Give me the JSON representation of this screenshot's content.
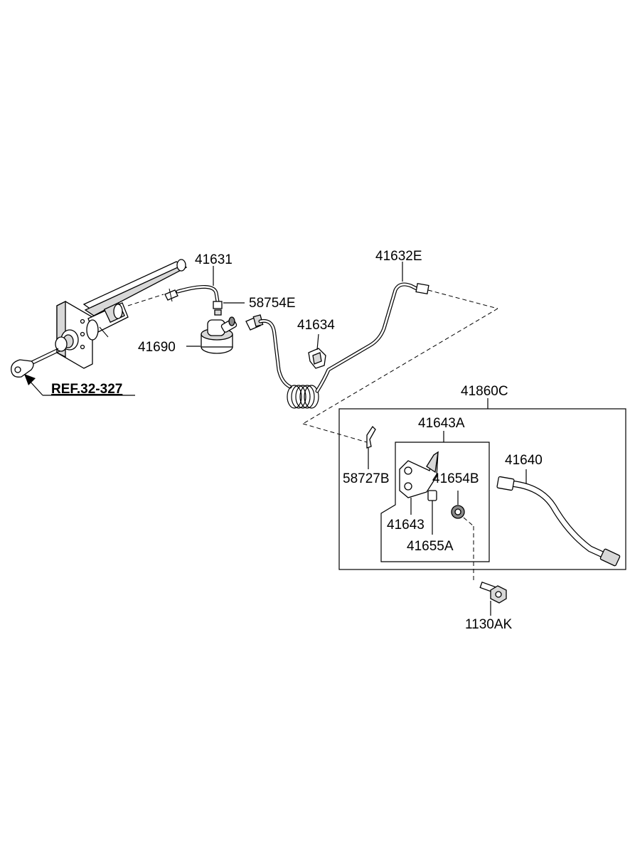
{
  "diagram": {
    "parts": {
      "p41631": "41631",
      "p58754E": "58754E",
      "p41632E": "41632E",
      "p41634": "41634",
      "p41690": "41690",
      "p41860C": "41860C",
      "p41643A": "41643A",
      "p41640": "41640",
      "p58727B": "58727B",
      "p41654B": "41654B",
      "p41643": "41643",
      "p41655A": "41655A",
      "p1130AK": "1130AK"
    },
    "reference": "REF.32-327"
  }
}
